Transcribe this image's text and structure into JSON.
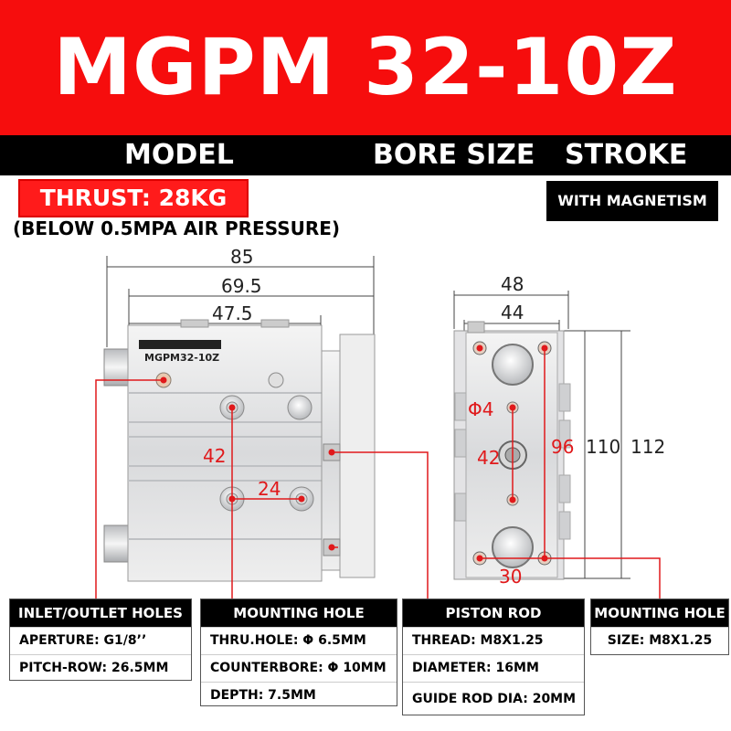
{
  "header": {
    "title": "MGPM 32-10Z"
  },
  "subheader": {
    "model_label": "MODEL",
    "bore_label": "BORE SIZE",
    "stroke_label": "STROKE"
  },
  "thrust_label": "THRUST: 28KG",
  "pressure_note": "(BELOW 0.5MPA AIR PRESSURE)",
  "magnetism_badge": "WITH MAGNETISM",
  "side_view": {
    "dims": {
      "overall_length": "85",
      "body_length": "69.5",
      "inner_length": "47.5",
      "hole_pitch_vertical": "42",
      "hole_pitch_horizontal": "24"
    },
    "nameplate": "MGPM32-10Z"
  },
  "front_view": {
    "dims": {
      "width_outer": "48",
      "width_inner": "44",
      "bore_dia": "Φ4",
      "center_pitch": "42",
      "height_96": "96",
      "height_110": "110",
      "height_112": "112",
      "bottom_pitch": "30"
    }
  },
  "specs": {
    "inlet": {
      "title": "INLET/OUTLET HOLES",
      "rows": [
        "APERTURE: G1/8’’",
        "PITCH-ROW: 26.5MM"
      ]
    },
    "mounting": {
      "title": "MOUNTING HOLE",
      "rows": [
        "THRU.HOLE: Φ 6.5MM",
        "COUNTERBORE: Φ 10MM",
        "DEPTH: 7.5MM"
      ]
    },
    "piston": {
      "title": "PISTON ROD",
      "rows": [
        "THREAD: M8X1.25",
        "DIAMETER: 16MM",
        "GUIDE ROD DIA: 20MM"
      ]
    },
    "mounting2": {
      "title": "MOUNTING HOLE",
      "rows": [
        "SIZE: M8X1.25"
      ]
    }
  },
  "colors": {
    "banner_red": "#f60d0d",
    "accent_red": "#e0191b",
    "black": "#000000"
  }
}
